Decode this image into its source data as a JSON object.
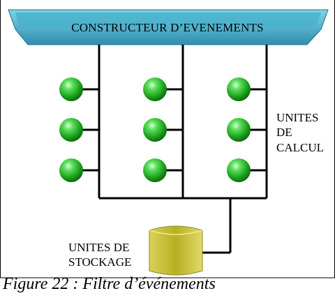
{
  "diagram": {
    "constructor_label": "CONSTRUCTEUR D’EVENEMENTS",
    "compute_label": "UNITES\nDE\nCALCUL",
    "storage_label": "UNITES DE\nSTOCKAGE",
    "caption": "Figure 22 : Filtre d’événements",
    "colors": {
      "constructor_fill": "#3aa7c1",
      "node_fill": "#22bb22",
      "storage_fill": "#c9c23a",
      "line": "#000000"
    },
    "compute_node_columns": 3,
    "compute_nodes_per_column": 3
  }
}
